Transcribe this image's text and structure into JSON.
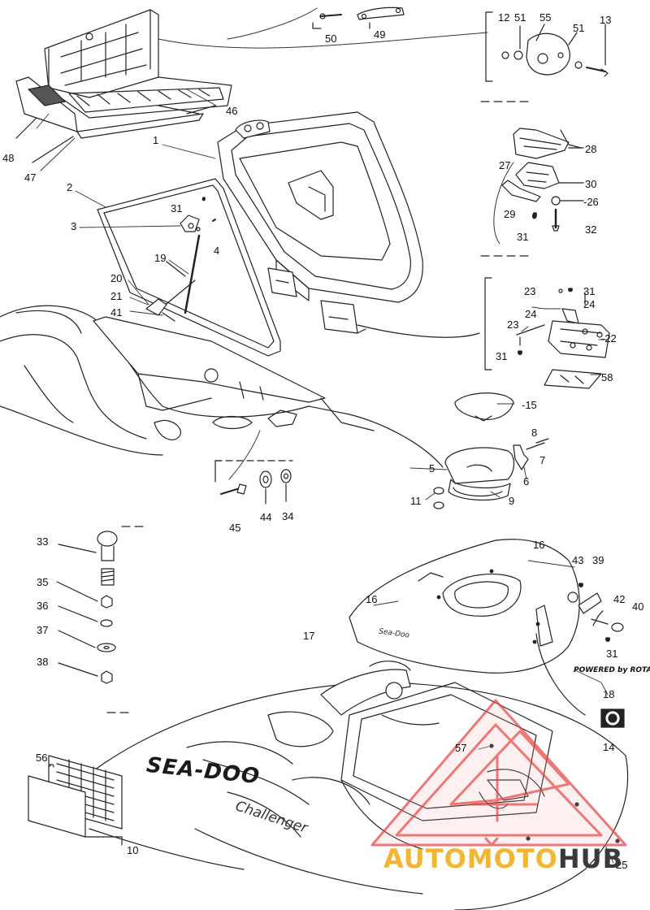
{
  "diagram": {
    "callouts": {
      "c1": "1",
      "c2": "2",
      "c3": "3",
      "c4": "4",
      "c5": "5",
      "c6": "6",
      "c7": "7",
      "c8": "8",
      "c9": "9",
      "c10": "10",
      "c11": "11",
      "c12": "12",
      "c13": "13",
      "c14": "14",
      "c15": "-15",
      "c16a": "16",
      "c16b": "16",
      "c17": "17",
      "c18": "18",
      "c19": "19",
      "c20": "20",
      "c21": "21",
      "c22": "-22",
      "c23a": "23",
      "c23b": "23",
      "c24a": "24",
      "c24b": "24",
      "c25": "25",
      "c26": "-26",
      "c27": "27",
      "c28": "28",
      "c29": "29",
      "c30": "30",
      "c31a": "31",
      "c31b": "31",
      "c31c": "31",
      "c31d": "31",
      "c31e": "31",
      "c32": "32",
      "c33": "33",
      "c34": "34",
      "c35": "35",
      "c36": "36",
      "c37": "37",
      "c38": "38",
      "c39": "39",
      "c40": "40",
      "c41": "41",
      "c42": "42",
      "c43": "43",
      "c44": "44",
      "c45": "45",
      "c46": "46",
      "c47": "47",
      "c48": "48",
      "c49": "49",
      "c50": "50",
      "c51a": "51",
      "c51b": "51",
      "c55": "55",
      "c56": "56",
      "c57": "57",
      "c58": "58"
    },
    "decals": {
      "sea_logo": "SEA-DOO",
      "sea_script": "Challenger",
      "hood_brand": "Sea-Doo",
      "powered": "POWERED by ROTAX"
    }
  },
  "watermark": {
    "part1": "AUTOMOTO",
    "part2": "HUB",
    "colors": {
      "triangle": "#e84a4a",
      "text_primary": "#f2b632",
      "text_secondary": "#3a3a3a"
    }
  }
}
